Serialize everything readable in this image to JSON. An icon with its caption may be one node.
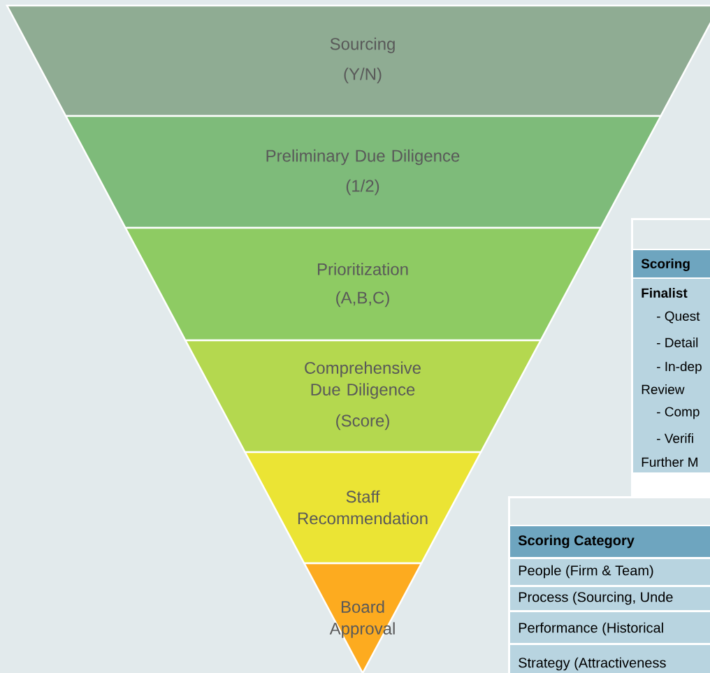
{
  "diagram": {
    "nodes": [
      {
        "text": [
          "Sourcing",
          "(Y/N)"
        ]
      },
      {
        "text": [
          "Preliminary Due Diligence",
          "(1/2)"
        ]
      },
      {
        "text": [
          "Prioritization",
          "(A,B,C)"
        ]
      },
      {
        "text": [
          "Comprehensive Due Diligence",
          "(Score)"
        ]
      },
      {
        "text": [
          "Staff Recommendation"
        ]
      },
      {
        "text": [
          "Board Approval"
        ]
      }
    ],
    "labels": [
      "Scoring",
      "Finalist",
      "- Quest",
      "- Detail",
      "- In-dep",
      "Review",
      "- Comp",
      "- Verifi",
      "Further M",
      "Scoring Category",
      "People (Firm & Team)",
      "Process (Sourcing, Unde",
      "Performance (Historical",
      "Strategy (Attractiveness"
    ]
  }
}
